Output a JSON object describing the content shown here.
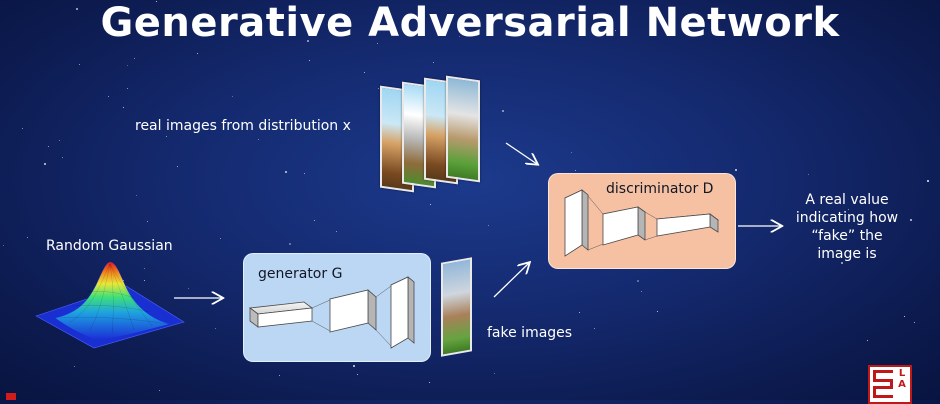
{
  "title": "Generative Adversarial Network",
  "labels": {
    "real_images": "real images from distribution x",
    "random_gaussian": "Random Gaussian",
    "generator": "generator G",
    "discriminator": "discriminator D",
    "fake_images": "fake images",
    "output_line1": "A real value",
    "output_line2": "indicating how",
    "output_line3": "“fake” the",
    "output_line4": "image is"
  },
  "logo": {
    "letters": "L\nA"
  },
  "colors": {
    "generator_box": "#bcd7f3",
    "discriminator_box": "#f6c0a3",
    "background": "#14296e",
    "text": "#ffffff"
  },
  "icons": [
    "gaussian-surface-icon",
    "real-image-stack-icon",
    "fake-image-icon",
    "arrow-icon",
    "brand-logo-icon"
  ]
}
